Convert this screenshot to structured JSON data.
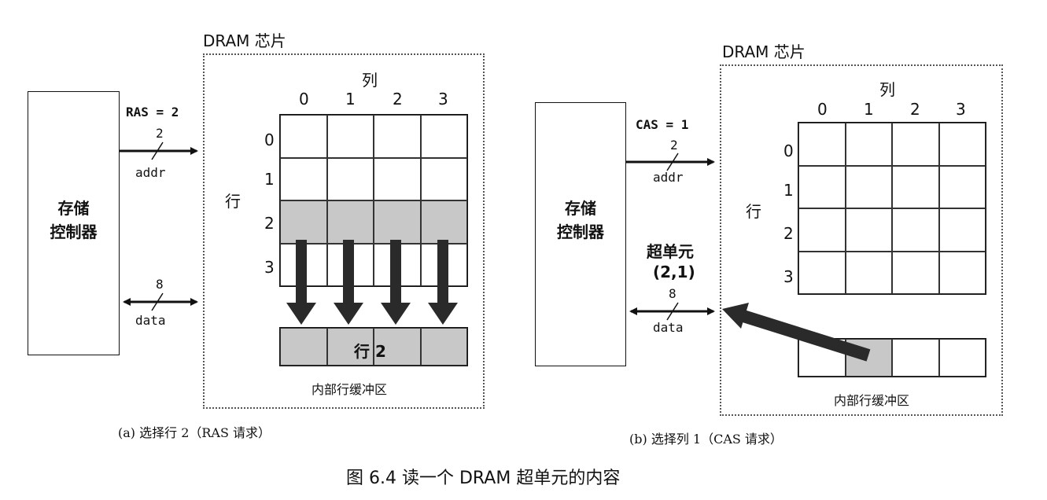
{
  "panel_a": {
    "chip_label": "DRAM 芯片",
    "controller_label_line1": "存储",
    "controller_label_line2": "控制器",
    "signal": "RAS = 2",
    "addr_width": "2",
    "addr_label": "addr",
    "data_width": "8",
    "data_label": "data",
    "col_header": "列",
    "row_header": "行",
    "cols": [
      "0",
      "1",
      "2",
      "3"
    ],
    "rows": [
      "0",
      "1",
      "2",
      "3"
    ],
    "selected_row": 2,
    "buffer_row_label": "行 2",
    "buffer_label": "内部行缓冲区",
    "caption": "(a) 选择行 2（RAS 请求）"
  },
  "panel_b": {
    "chip_label": "DRAM 芯片",
    "controller_label_line1": "存储",
    "controller_label_line2": "控制器",
    "signal": "CAS = 1",
    "addr_width": "2",
    "addr_label": "addr",
    "data_width": "8",
    "data_label": "data",
    "col_header": "列",
    "row_header": "行",
    "cols": [
      "0",
      "1",
      "2",
      "3"
    ],
    "rows": [
      "0",
      "1",
      "2",
      "3"
    ],
    "selected_col": 1,
    "supercell_label_line1": "超单元",
    "supercell_label_line2": "(2,1)",
    "buffer_label": "内部行缓冲区",
    "caption": "(b) 选择列 1（CAS 请求）"
  },
  "figure_caption": "图 6.4   读一个 DRAM 超单元的内容",
  "colors": {
    "highlight": "#c8c8c8",
    "arrow": "#2a2a2a",
    "line": "#111111"
  }
}
